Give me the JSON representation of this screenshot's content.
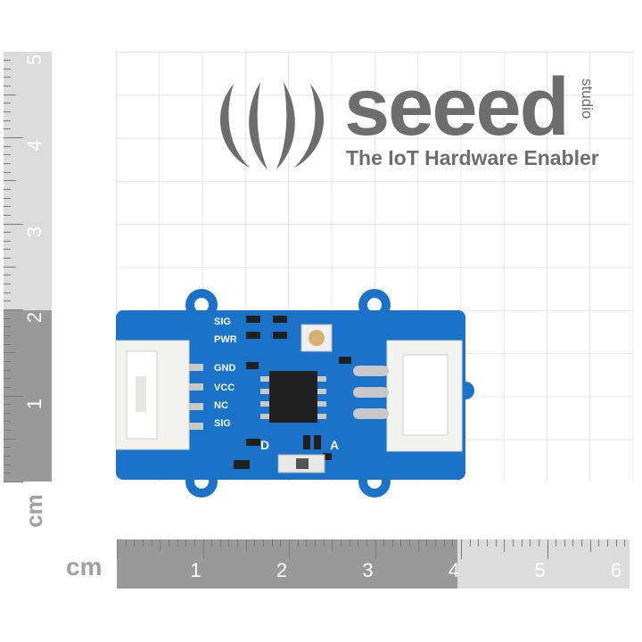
{
  "brand": {
    "name": "seeed",
    "sub": "studio",
    "tagline": "The IoT Hardware Enabler",
    "color": "#6d6d6d"
  },
  "rulers": {
    "vertical_unit": "cm",
    "vertical_labels": [
      "5",
      "4",
      "3",
      "2",
      "1"
    ],
    "horizontal_unit": "cm",
    "horizontal_labels": [
      "1",
      "2",
      "3",
      "4",
      "5",
      "6"
    ]
  },
  "board": {
    "color": "#1a73c8",
    "labels": {
      "sig_top": "SIG",
      "pwr": "PWR",
      "gnd": "GND",
      "vcc": "VCC",
      "nc": "NC",
      "sig_bottom": "SIG",
      "switch_d": "D",
      "switch_a": "A"
    }
  }
}
